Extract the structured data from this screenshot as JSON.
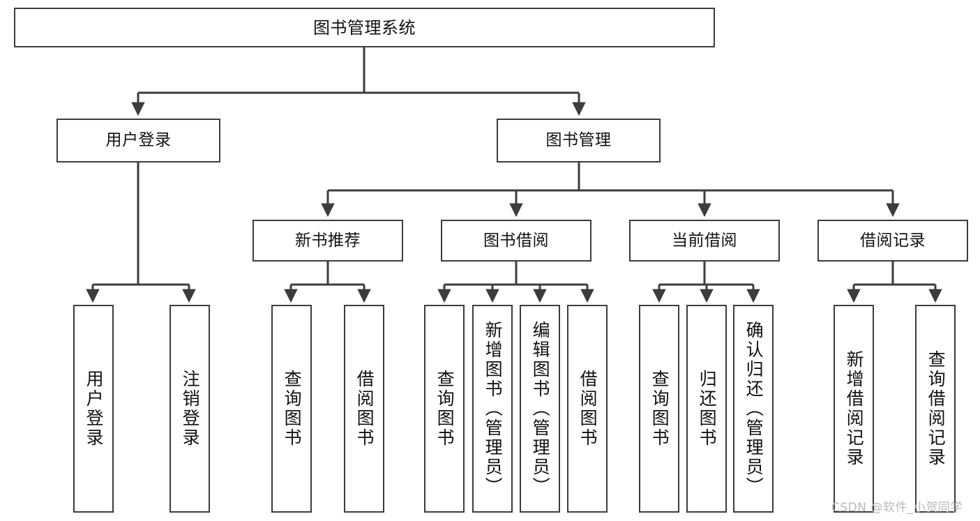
{
  "diagram": {
    "type": "tree-hierarchy-chart",
    "title": "图书管理系统",
    "colors": {
      "box_border": "#3c3c3c",
      "box_fill": "#ffffff",
      "edge": "#3c3c3c",
      "text": "#111111",
      "watermark": "#b9b9b9",
      "background": "#ffffff"
    },
    "root": {
      "label": "图书管理系统"
    },
    "level2": [
      {
        "label": "用户登录"
      },
      {
        "label": "图书管理"
      }
    ],
    "level3": [
      {
        "label": "新书推荐"
      },
      {
        "label": "图书借阅"
      },
      {
        "label": "当前借阅"
      },
      {
        "label": "借阅记录"
      }
    ],
    "leaves": {
      "user_login": [
        {
          "label": "用户登录"
        },
        {
          "label": "注销登录"
        }
      ],
      "new_book_recommend": [
        {
          "label": "查询图书"
        },
        {
          "label": "借阅图书"
        }
      ],
      "book_borrow": [
        {
          "label": "查询图书"
        },
        {
          "label": "新增图书（管理员）"
        },
        {
          "label": "编辑图书（管理员）"
        },
        {
          "label": "借阅图书"
        }
      ],
      "current_borrow": [
        {
          "label": "查询图书"
        },
        {
          "label": "归还图书"
        },
        {
          "label": "确认归还（管理员）"
        }
      ],
      "borrow_record": [
        {
          "label": "新增借阅记录"
        },
        {
          "label": "查询借阅记录"
        }
      ]
    }
  },
  "watermark": {
    "text": "CSDN @软件_小贺同学"
  }
}
